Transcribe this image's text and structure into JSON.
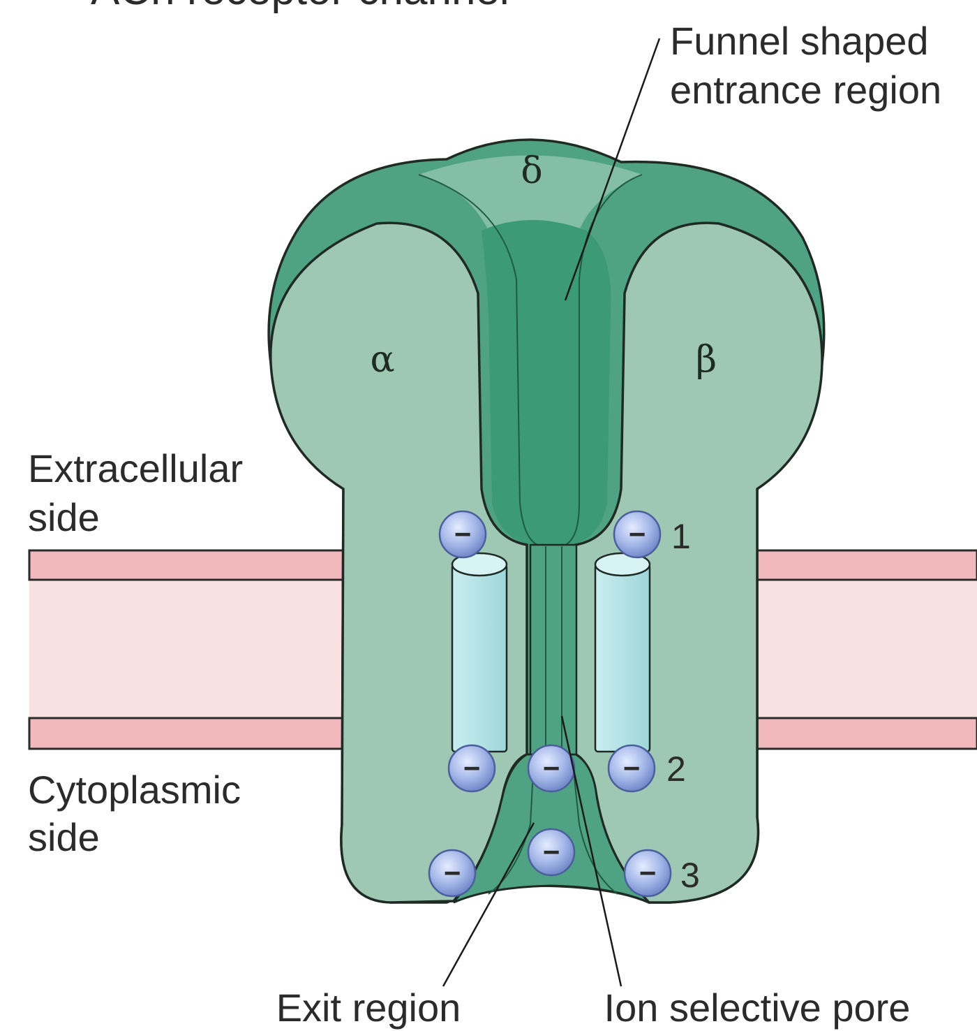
{
  "title": "ACh receptor channel",
  "labels": {
    "funnel_line1": "Funnel shaped",
    "funnel_line2": "entrance region",
    "extracellular_line1": "Extracellular",
    "extracellular_line2": "side",
    "cytoplasmic_line1": "Cytoplasmic",
    "cytoplasmic_line2": "side",
    "exit_region": "Exit region",
    "ion_selective_pore": "Ion selective pore"
  },
  "subunits": {
    "delta": "δ",
    "alpha": "α",
    "beta": "β"
  },
  "ring_numbers": {
    "one": "1",
    "two": "2",
    "three": "3"
  },
  "charge_symbol": "−",
  "colors": {
    "membrane_outer": "#f2b9bd",
    "membrane_inner": "#f8e0e0",
    "subunit_light": "#9ec8b4",
    "subunit_dark": "#3c9a77",
    "helix": "#a9dde0",
    "charge": "#9fb4e6"
  }
}
